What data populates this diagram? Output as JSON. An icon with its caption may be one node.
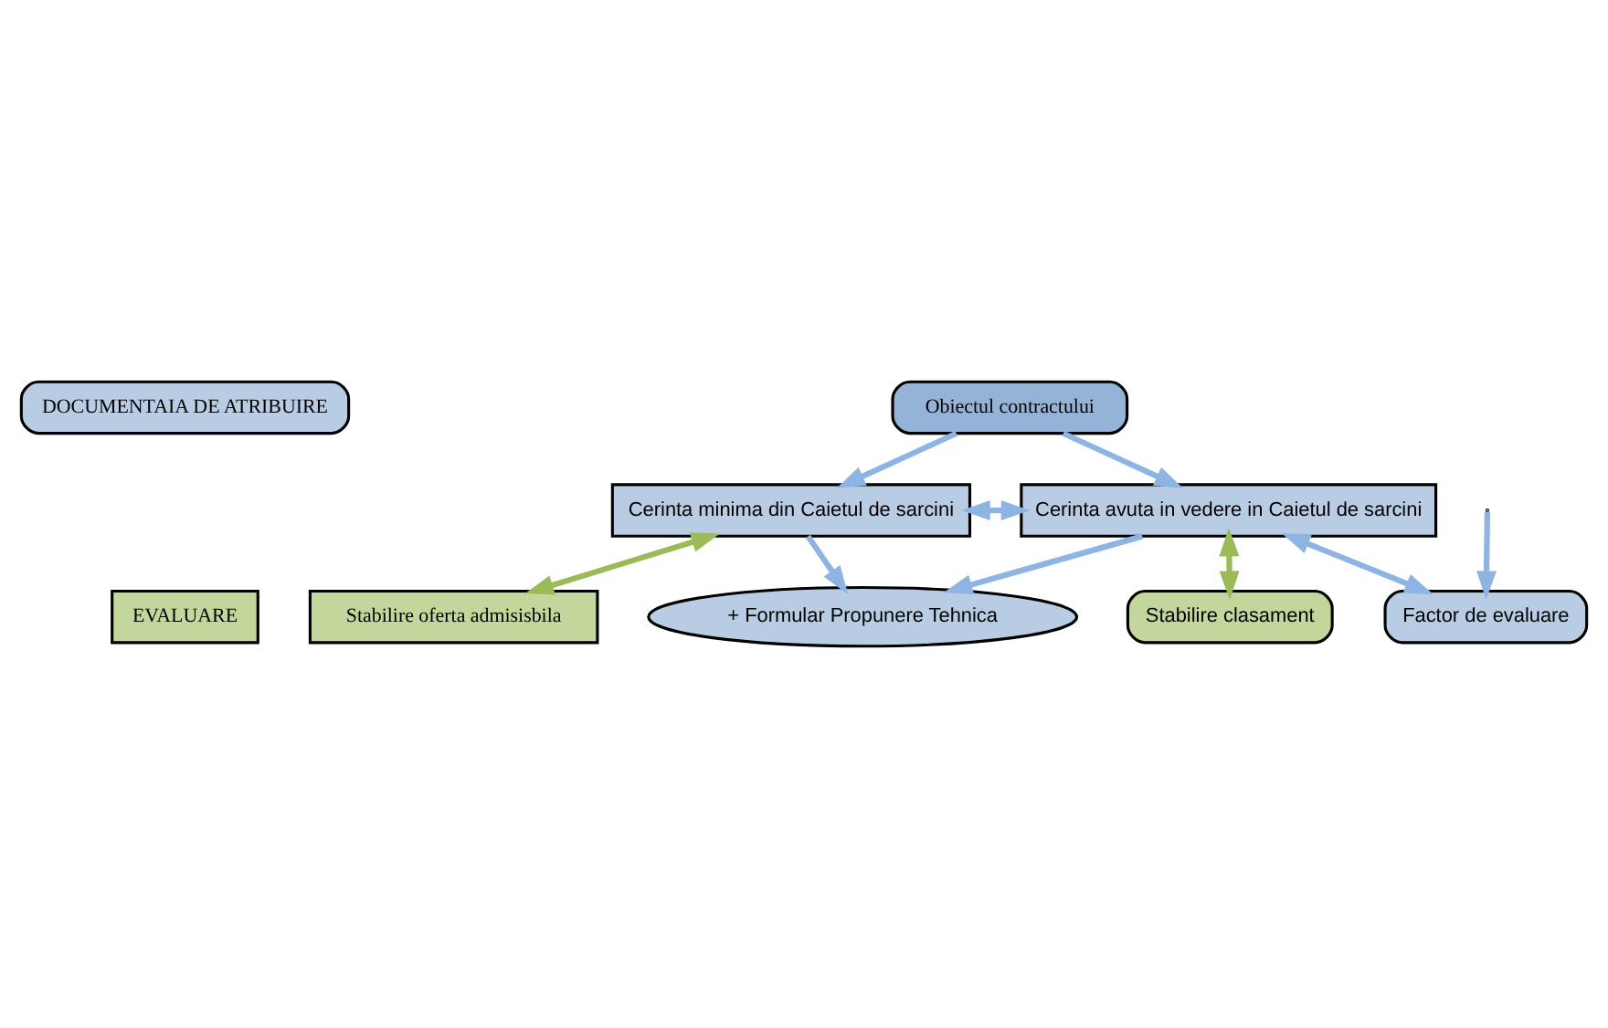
{
  "diagram": {
    "nodes": [
      {
        "text": [
          "DOCUMENTAIA DE ATRIBUIRE"
        ]
      },
      {
        "text": [
          "Obiectul contractului"
        ]
      },
      {
        "text": [
          "Cerinta minima din Caietul de sarcini"
        ]
      },
      {
        "text": [
          "Cerinta avuta in vedere in Caietul de sarcini"
        ]
      },
      {
        "text": [
          "+ Formular Propunere Tehnica"
        ]
      },
      {
        "text": [
          "Factor de evaluare"
        ]
      },
      {
        "text": [
          "Stabilire oferta admisisbila"
        ]
      },
      {
        "text": [
          "EVALUARE"
        ]
      },
      {
        "text": [
          "Stabilire clasament"
        ]
      }
    ],
    "edges": [
      {
        "from": 1,
        "to": 2,
        "arrow": "to"
      },
      {
        "from": 1,
        "to": 3,
        "arrow": "to"
      },
      {
        "from": 2,
        "to": 3,
        "arrow": "both"
      },
      {
        "from": 2,
        "to": 4,
        "arrow": "to"
      },
      {
        "from": 3,
        "to": 4,
        "arrow": "to"
      },
      {
        "from": 3,
        "to": 5,
        "arrow": "both"
      },
      {
        "from": null,
        "to": 5,
        "arrow": "to"
      },
      {
        "from": 2,
        "to": 6,
        "arrow": "both",
        "color": "#9bbb59"
      },
      {
        "from": 3,
        "to": 8,
        "arrow": "both",
        "color": "#9bbb59"
      }
    ]
  }
}
